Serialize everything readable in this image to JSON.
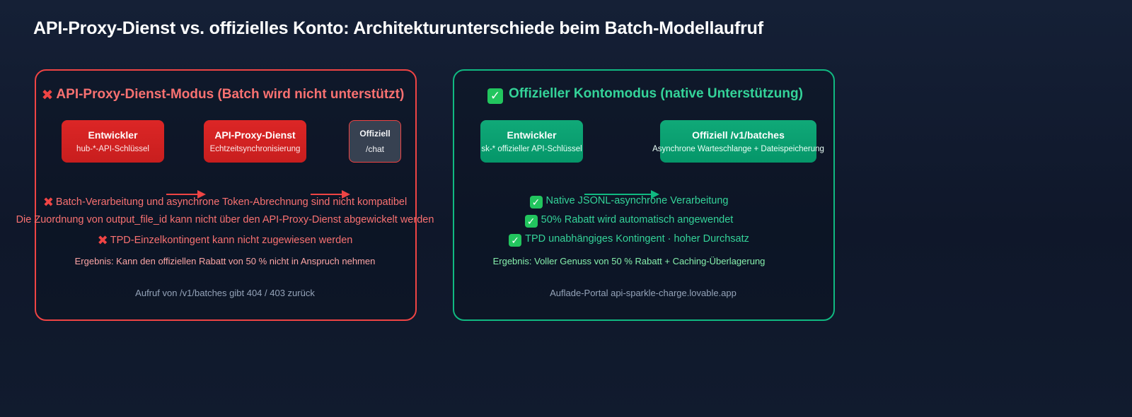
{
  "title": "API-Proxy-Dienst vs. offizielles Konto: Architekturunterschiede beim Batch-Modellaufruf",
  "colors": {
    "background": "#0f172a",
    "left_accent": "#ef4444",
    "right_accent": "#10b981",
    "left_text": "#f87171",
    "right_text": "#34d399"
  },
  "left": {
    "heading": "API-Proxy-Dienst-Modus (Batch wird nicht unterstützt)",
    "nodes": [
      {
        "title": "Entwickler",
        "sub": "hub-*-API-Schlüssel"
      },
      {
        "title": "API-Proxy-Dienst",
        "sub": "Echtzeitsynchronisierung"
      },
      {
        "title": "Offiziell",
        "sub": "/chat"
      }
    ],
    "points": [
      "Batch-Verarbeitung und asynchrone Token-Abrechnung sind nicht kompatibel",
      "Die Zuordnung von output_file_id kann nicht über den API-Proxy-Dienst abgewickelt werden",
      "TPD-Einzelkontingent kann nicht zugewiesen werden"
    ],
    "result": "Ergebnis: Kann den offiziellen Rabatt von 50 % nicht in Anspruch nehmen",
    "footer": "Aufruf von /v1/batches gibt 404 / 403 zurück"
  },
  "right": {
    "heading": "Offizieller Kontomodus (native Unterstützung)",
    "nodes": [
      {
        "title": "Entwickler",
        "sub": "sk-* offizieller API-Schlüssel"
      },
      {
        "title": "Offiziell /v1/batches",
        "sub": "Asynchrone Warteschlange + Dateispeicherung"
      }
    ],
    "points": [
      "Native JSONL-asynchrone Verarbeitung",
      "50% Rabatt wird automatisch angewendet",
      "TPD unabhängiges Kontingent · hoher Durchsatz"
    ],
    "result": "Ergebnis: Voller Genuss von 50 % Rabatt + Caching-Überlagerung",
    "footer": "Auflade-Portal api-sparkle-charge.lovable.app"
  },
  "icons": {
    "fail": "cross-mark-icon",
    "ok": "check-mark-icon"
  }
}
